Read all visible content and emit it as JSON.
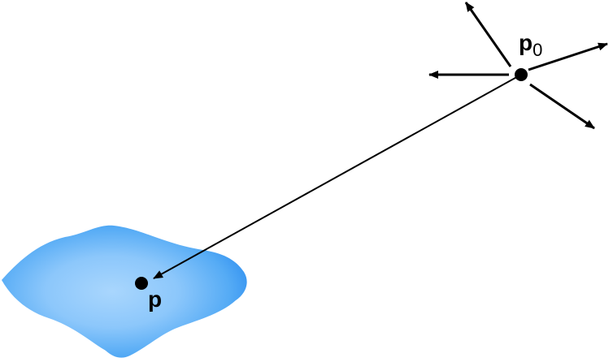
{
  "labels": {
    "source_point": "p",
    "source_subscript": "0",
    "surface_point": "p"
  },
  "colors": {
    "surface_edge": "#2f8ff0",
    "surface_mid": "#5aaef6",
    "surface_center": "#a9d6fd",
    "ink": "#000000",
    "background": "#ffffff"
  }
}
